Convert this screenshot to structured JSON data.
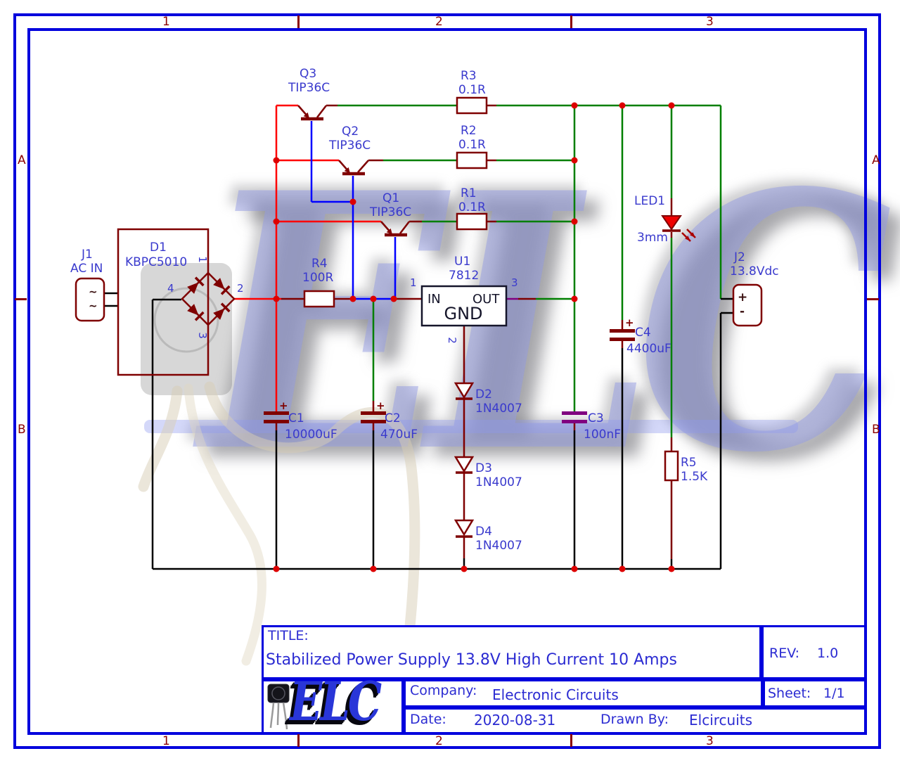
{
  "colors": {
    "frame": "#0000dd",
    "grid_label": "#8b0000",
    "component_outline": "#7f0000",
    "wire_positive": "#ff0000",
    "wire_output": "#007f00",
    "wire_base": "#0000ff",
    "wire_ground": "#000000",
    "cap_nonpolar": "#800080",
    "schematic_label": "#3a3acd",
    "title_text": "#2b2bd2",
    "led_fill": "#ee0000"
  },
  "frame": {
    "top_labels": [
      "1",
      "2",
      "3"
    ],
    "bottom_labels": [
      "1",
      "2",
      "3"
    ],
    "left_labels": [
      "A",
      "B"
    ],
    "right_labels": [
      "A",
      "B"
    ]
  },
  "watermark": {
    "text": "ELC"
  },
  "components": {
    "j1": {
      "ref": "J1",
      "value": "AC IN",
      "ac_symbol": "~"
    },
    "d1": {
      "ref": "D1",
      "value": "KBPC5010",
      "pin1": "1",
      "pin2": "2",
      "pin3": "3",
      "pin4": "4"
    },
    "q1": {
      "ref": "Q1",
      "value": "TIP36C"
    },
    "q2": {
      "ref": "Q2",
      "value": "TIP36C"
    },
    "q3": {
      "ref": "Q3",
      "value": "TIP36C"
    },
    "r1": {
      "ref": "R1",
      "value": "0.1R"
    },
    "r2": {
      "ref": "R2",
      "value": "0.1R"
    },
    "r3": {
      "ref": "R3",
      "value": "0.1R"
    },
    "r4": {
      "ref": "R4",
      "value": "100R"
    },
    "r5": {
      "ref": "R5",
      "value": "1.5K"
    },
    "u1": {
      "ref": "U1",
      "value": "7812",
      "pin_in": "IN",
      "pin_out": "OUT",
      "pin_gnd": "GND",
      "pin1": "1",
      "pin2": "2",
      "pin3": "3"
    },
    "c1": {
      "ref": "C1",
      "value": "10000uF",
      "polarity": "+"
    },
    "c2": {
      "ref": "C2",
      "value": "470uF",
      "polarity": "+"
    },
    "c3": {
      "ref": "C3",
      "value": "100nF"
    },
    "c4": {
      "ref": "C4",
      "value": "4400uF",
      "polarity": "+"
    },
    "d2": {
      "ref": "D2",
      "value": "1N4007"
    },
    "d3": {
      "ref": "D3",
      "value": "1N4007"
    },
    "d4": {
      "ref": "D4",
      "value": "1N4007"
    },
    "led1": {
      "ref": "LED1",
      "value": "3mm"
    },
    "j2": {
      "ref": "J2",
      "value": "13.8Vdc",
      "plus": "+",
      "minus": "-"
    }
  },
  "title_block": {
    "logo": "ELC",
    "title_label": "TITLE:",
    "title": "Stabilized Power Supply 13.8V High Current 10 Amps",
    "rev_label": "REV:",
    "rev": "1.0",
    "company_label": "Company:",
    "company": "Electronic Circuits",
    "sheet_label": "Sheet:",
    "sheet": "1/1",
    "date_label": "Date:",
    "date": "2020-08-31",
    "drawn_by_label": "Drawn By:",
    "drawn_by": "Elcircuits"
  }
}
